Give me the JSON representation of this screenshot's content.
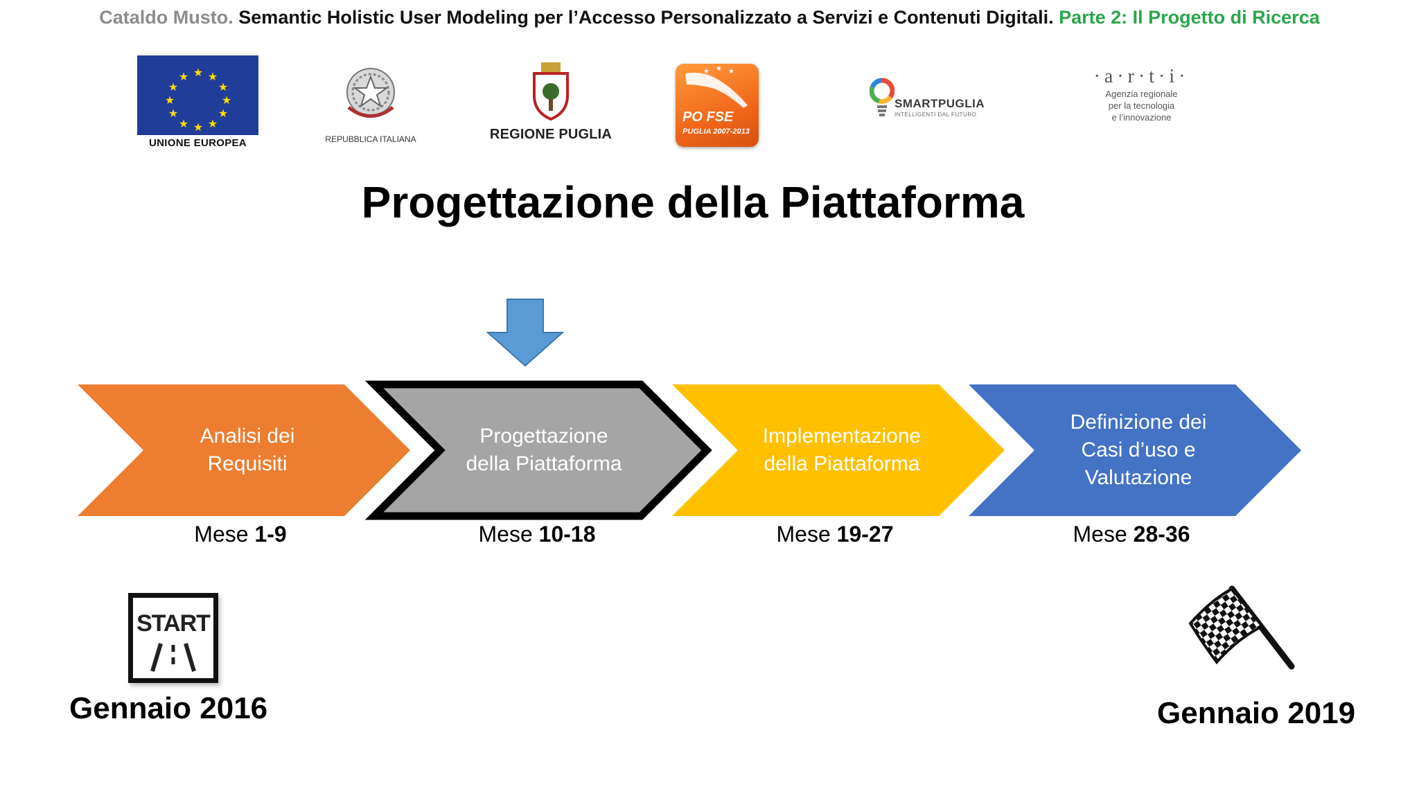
{
  "header": {
    "author": "Cataldo Musto.",
    "thesis": "Semantic Holistic User Modeling per l’Accesso Personalizzato a Servizi e Contenuti Digitali.",
    "part": "Parte 2: Il Progetto di Ricerca"
  },
  "logos": {
    "eu_label": "UNIONE EUROPEA",
    "ri_label": "REPUBBLICA ITALIANA",
    "rp_label": "REGIONE PUGLIA",
    "pofse_title": "PO FSE",
    "pofse_sub": "PUGLIA 2007-2013",
    "smart_name": "SMARTPUGLIA",
    "smart_tag": "INTELLIGENTI DAL FUTURO",
    "arti_mark": "·a·r·t·i·",
    "arti_sub1": "Agenzia regionale",
    "arti_sub2": "per la tecnologia",
    "arti_sub3": "e l’innovazione"
  },
  "title": "Progettazione della Piattaforma",
  "phases": [
    {
      "lines": [
        "Analisi dei",
        "Requisiti"
      ],
      "month_prefix": "Mese ",
      "month_range": "1-9",
      "color": "#ed7d31",
      "active": false
    },
    {
      "lines": [
        "Progettazione",
        "della Piattaforma"
      ],
      "month_prefix": "Mese ",
      "month_range": "10-18",
      "color": "#a5a5a5",
      "active": true
    },
    {
      "lines": [
        "Implementazione",
        "della Piattaforma"
      ],
      "month_prefix": "Mese ",
      "month_range": "19-27",
      "color": "#ffc000",
      "active": false
    },
    {
      "lines": [
        "Definizione dei",
        "Casi d’uso e",
        "Valutazione"
      ],
      "month_prefix": "Mese ",
      "month_range": "28-36",
      "color": "#4472c4",
      "active": false
    }
  ],
  "pointer_color": "#5b9bd5",
  "start": {
    "icon_text": "START",
    "date": "Gennaio 2016"
  },
  "finish": {
    "date": "Gennaio 2019"
  }
}
